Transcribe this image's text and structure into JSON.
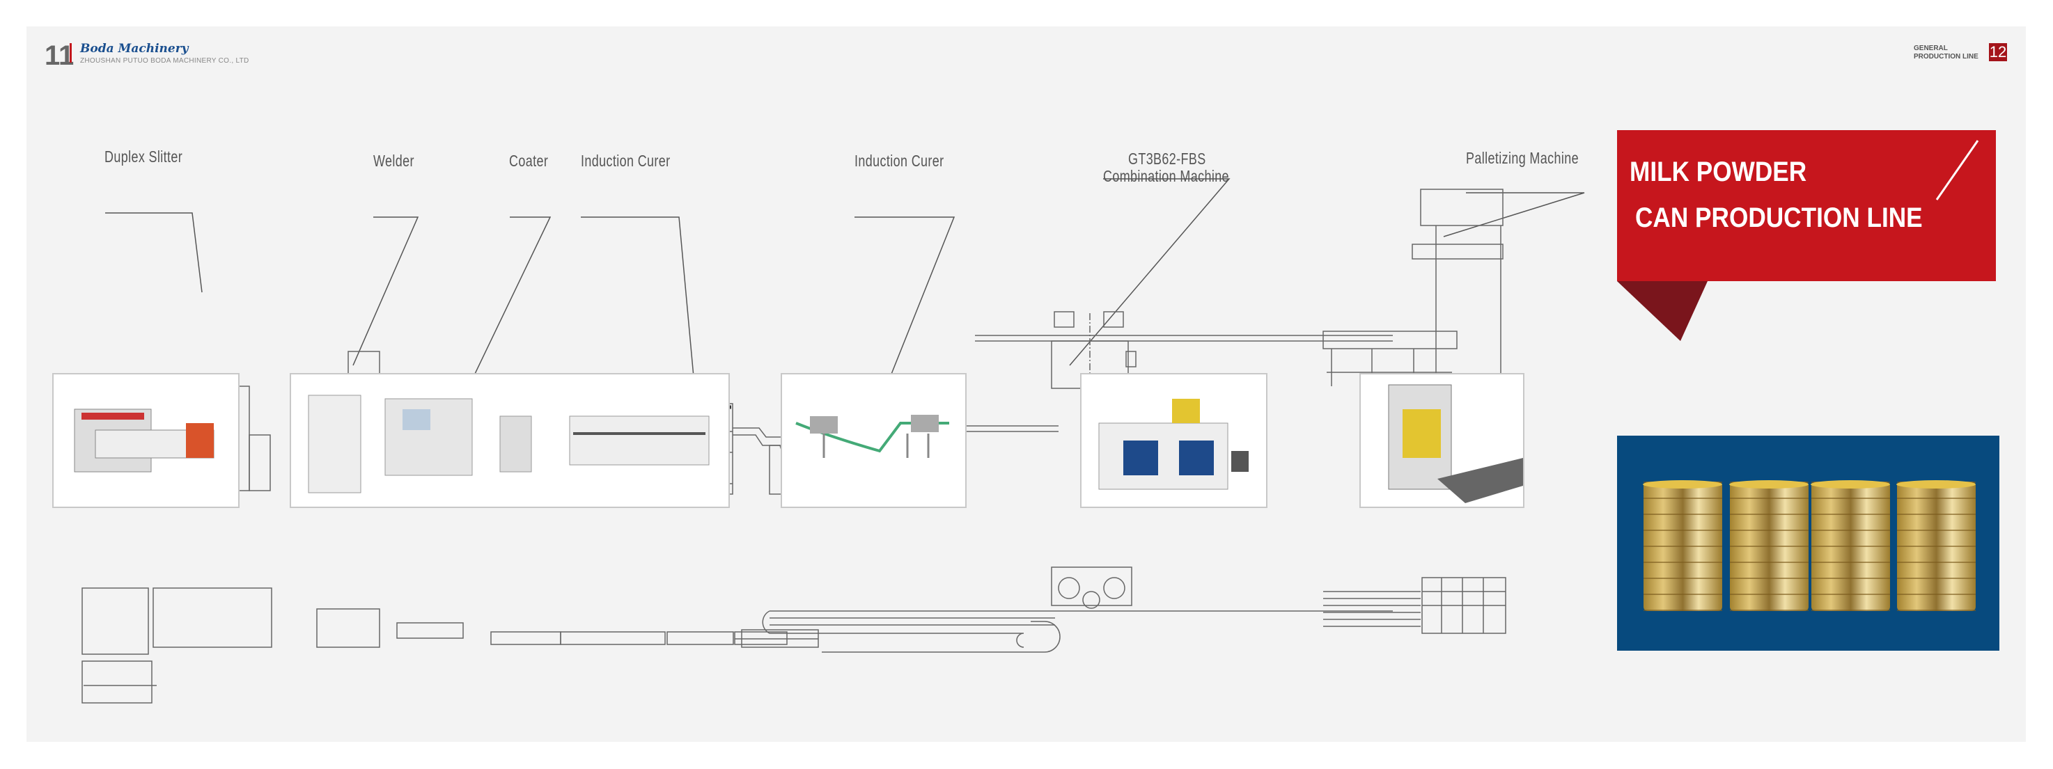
{
  "header": {
    "page_left": "11",
    "brand": "Boda Machinery",
    "company": "ZHOUSHAN PUTUO BODA MACHINERY CO., LTD",
    "section_line1": "GENERAL",
    "section_line2": "PRODUCTION LINE",
    "page_right": "12"
  },
  "labels": {
    "duplex_slitter": "Duplex Slitter",
    "welder": "Welder",
    "coater": "Coater",
    "induction_curer_1": "Induction Curer",
    "induction_curer_2": "Induction Curer",
    "combination_model": "GT3B62-FBS",
    "combination_machine": "Combination Machine",
    "palletizing_machine": "Palletizing Machine"
  },
  "banner": {
    "line1": "MILK POWDER",
    "line2": "CAN PRODUCTION LINE"
  },
  "colors": {
    "accent_red": "#c6161d",
    "dark_red": "#7a151c",
    "blue": "#074a7e",
    "brand_blue": "#1a4f8f"
  }
}
